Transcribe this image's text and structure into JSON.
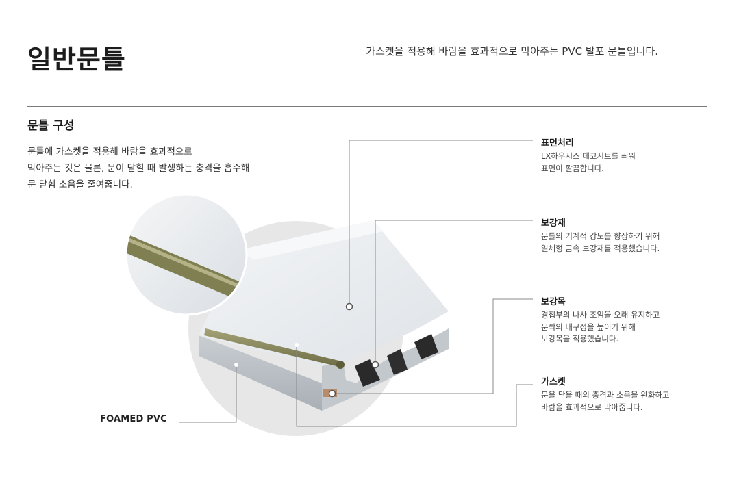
{
  "header": {
    "title": "일반문틀",
    "subtitle": "가스켓을 적용해 바람을 효과적으로 막아주는 PVC 발포 문틀입니다."
  },
  "section": {
    "title": "문틀 구성",
    "intro_lines": [
      "문틀에 가스켓을 적용해 바람을 효과적으로",
      "막아주는 것은 물론, 문이 닫힐 때 발생하는 충격을 흡수해",
      "문 닫힘 소음을 줄여줍니다."
    ]
  },
  "callouts": [
    {
      "title": "표면처리",
      "lines": [
        "LX하우시스 데코시트를 씌워",
        "표면이 깔끔합니다."
      ]
    },
    {
      "title": "보강재",
      "lines": [
        "문틀의 기계적 강도를 향상하기 위해",
        "일체형 금속 보강재를 적용했습니다."
      ]
    },
    {
      "title": "보강목",
      "lines": [
        "경첩부의 나사 조임을 오래 유지하고",
        "문짝의 내구성을 높이기 위해",
        "보강목을 적용했습니다."
      ]
    },
    {
      "title": "가스켓",
      "lines": [
        "문을 닫을 때의 충격과 소음을 완화하고",
        "바람을 효과적으로 막아줍니다."
      ]
    }
  ],
  "material_label": "FOAMED PVC",
  "colors": {
    "accent_line": "#8a8a8a",
    "circle_bg": "#e7e7e7",
    "profile_face": "#e9ecef",
    "gasket": "#7f7f52",
    "reinforcement": "#2a2a2a",
    "wood_block": "#b88c6a"
  }
}
